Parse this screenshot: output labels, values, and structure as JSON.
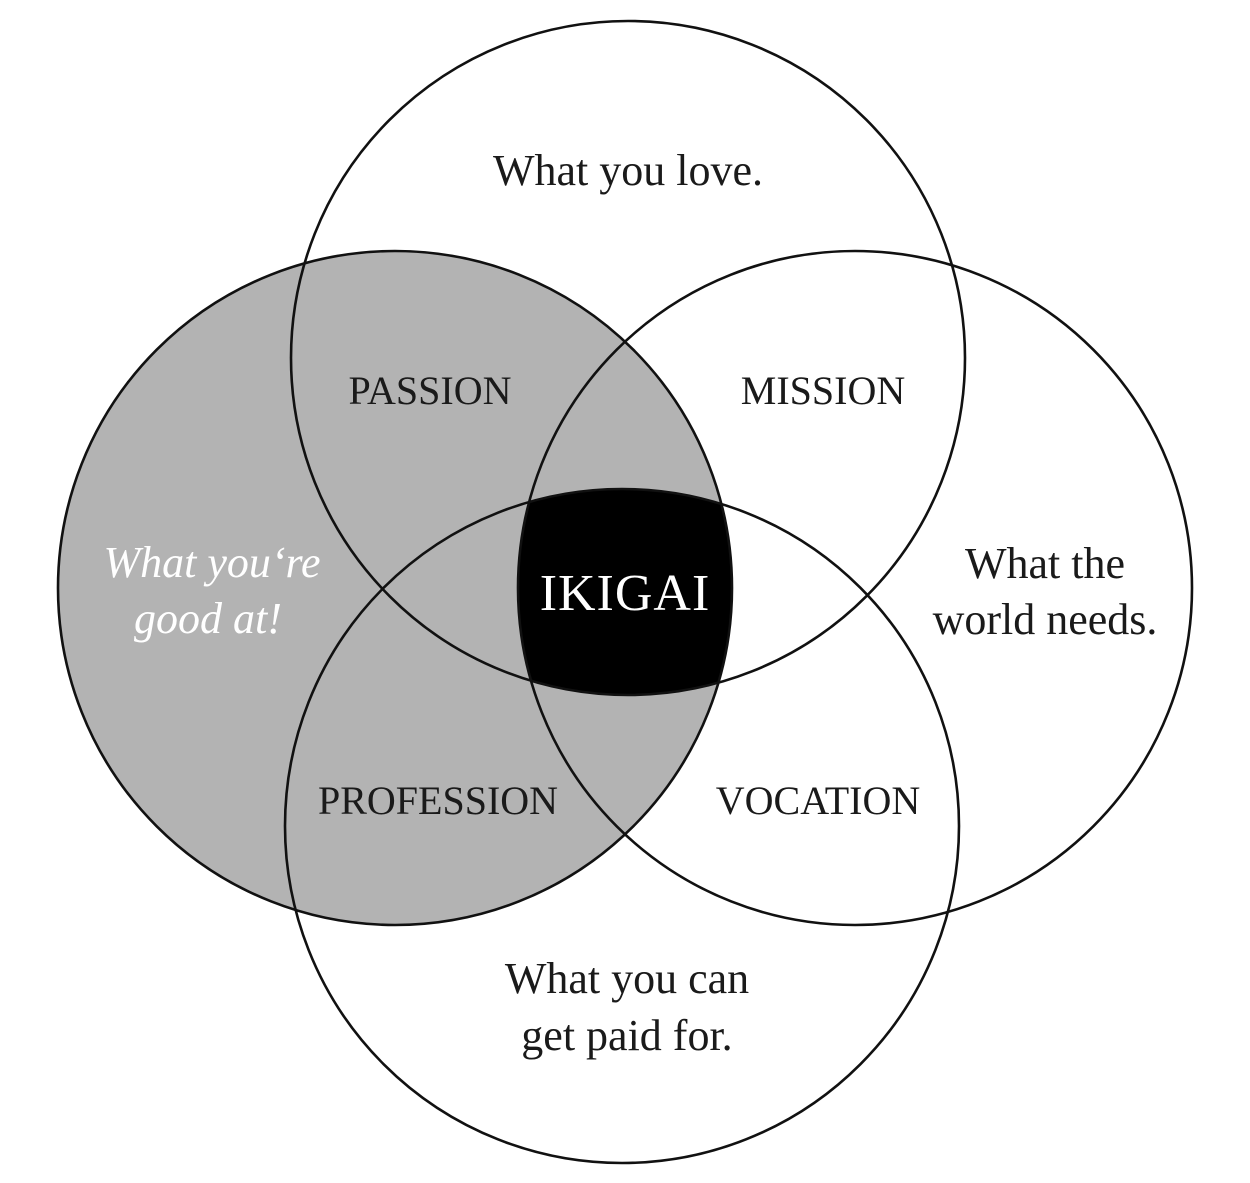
{
  "colors": {
    "background": "#ffffff",
    "outline": "#111111",
    "highlight_fill": "#b3b3b3",
    "center_fill": "#000000",
    "center_text": "#ffffff",
    "italic_text": "#ffffff",
    "text": "#1a1a1a"
  },
  "circles": {
    "love": {
      "lines": [
        "What you love."
      ]
    },
    "good_at": {
      "lines": [
        "What you‘re",
        "good at!"
      ]
    },
    "world_needs": {
      "lines": [
        "What the",
        "world needs."
      ]
    },
    "paid_for": {
      "lines": [
        "What you can",
        "get paid for."
      ]
    }
  },
  "regions": {
    "passion": "PASSION",
    "mission": "MISSION",
    "profession": "PROFESSION",
    "vocation": "VOCATION"
  },
  "center": {
    "label": "IKIGAI"
  }
}
